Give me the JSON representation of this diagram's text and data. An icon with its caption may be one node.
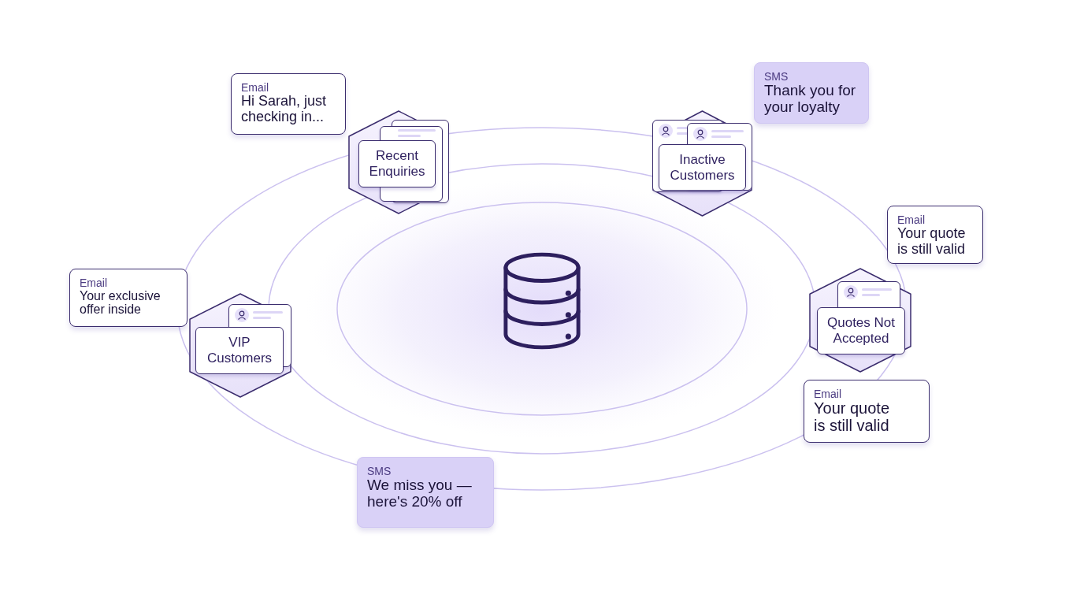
{
  "diagram": {
    "nodes": [
      {
        "text": [
          "Email",
          "Hi Sarah, just checking in..."
        ]
      },
      {
        "text": [
          "SMS",
          "Thank you for your loyalty"
        ]
      },
      {
        "text": [
          "Recent Enquiries"
        ]
      },
      {
        "text": [
          "Inactive Customers"
        ]
      },
      {
        "text": [
          "Email",
          "Your quote is still valid"
        ]
      },
      {
        "text": [],
        "shape": "cylinder"
      },
      {
        "text": [
          "Email",
          "Your exclusive offer inside"
        ]
      },
      {
        "text": [
          "Quotes Not Accepted"
        ]
      },
      {
        "text": [
          "VIP Customers"
        ]
      },
      {
        "text": [
          "Email",
          "Your quote is still valid"
        ]
      },
      {
        "text": [
          "SMS",
          "We miss you — here's 20% off"
        ]
      }
    ]
  }
}
